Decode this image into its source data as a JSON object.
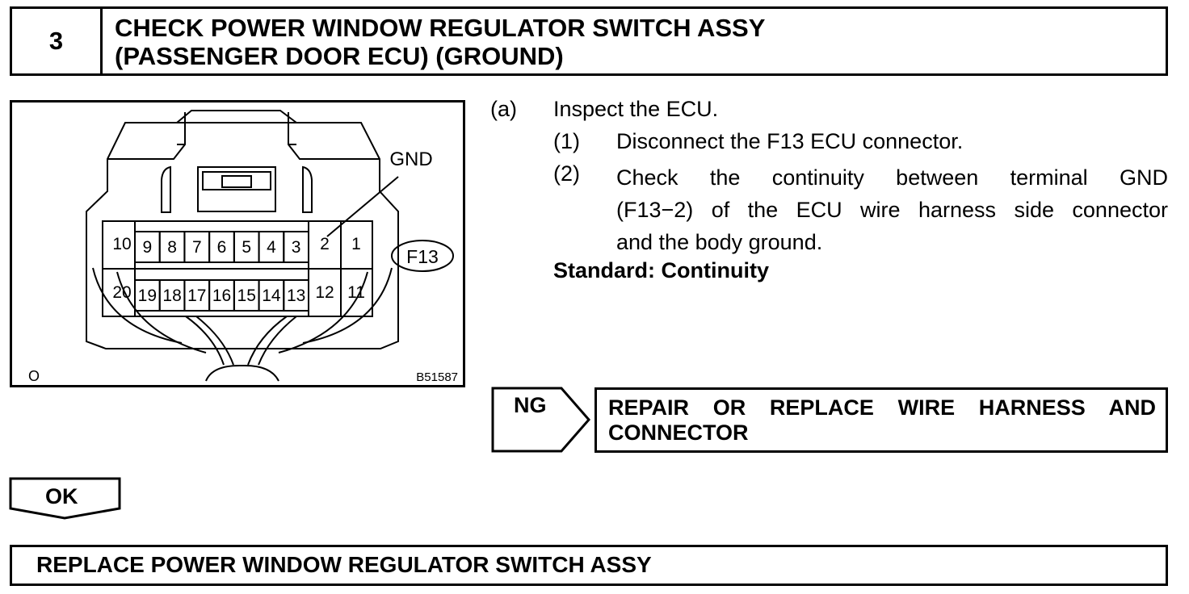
{
  "header": {
    "step_number": "3",
    "title_line1": "CHECK POWER WINDOW REGULATOR SWITCH ASSY",
    "title_line2": "(PASSENGER DOOR ECU) (GROUND)"
  },
  "diagram": {
    "terminal_label": "GND",
    "connector_id": "F13",
    "top_row_pins": [
      "10",
      "9",
      "8",
      "7",
      "6",
      "5",
      "4",
      "3",
      "2",
      "1"
    ],
    "bottom_row_pins": [
      "20",
      "19",
      "18",
      "17",
      "16",
      "15",
      "14",
      "13",
      "12",
      "11"
    ],
    "corner_code": "O",
    "figure_id": "B51587"
  },
  "instructions": {
    "a_label": "(a)",
    "a_text": "Inspect the ECU.",
    "step1_label": "(1)",
    "step1_text": "Disconnect the F13 ECU connector.",
    "step2_label": "(2)",
    "step2_line1": "Check the continuity between terminal GND",
    "step2_line2": "(F13−2) of the ECU wire harness side connector",
    "step2_line3": "and the body ground.",
    "standard": "Standard: Continuity"
  },
  "ng": {
    "label": "NG",
    "action_line1": "REPAIR OR REPLACE WIRE HARNESS AND",
    "action_line2": "CONNECTOR"
  },
  "ok": {
    "label": "OK"
  },
  "final_action": "REPLACE POWER WINDOW REGULATOR SWITCH ASSY"
}
